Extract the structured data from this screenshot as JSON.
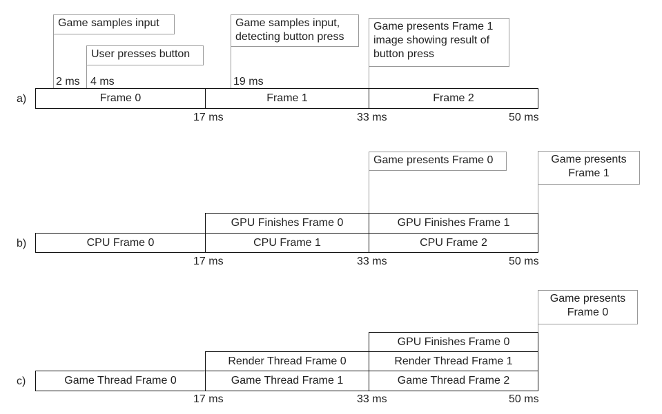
{
  "panel_a": {
    "row_label": "a)",
    "frames": [
      "Frame 0",
      "Frame 1",
      "Frame 2"
    ],
    "ticks": [
      "17 ms",
      "33 ms",
      "50 ms"
    ],
    "callouts": {
      "samples_input": "Game samples input",
      "user_presses": "User presses button",
      "samples_detect": "Game samples input, detecting button press",
      "presents_frame1": "Game presents Frame 1 image showing result of button press"
    },
    "times": {
      "t2": "2 ms",
      "t4": "4 ms",
      "t19": "19 ms"
    }
  },
  "panel_b": {
    "row_label": "b)",
    "cpu": [
      "CPU Frame 0",
      "CPU Frame 1",
      "CPU Frame 2"
    ],
    "gpu": [
      "GPU Finishes Frame 0",
      "GPU Finishes Frame 1"
    ],
    "ticks": [
      "17 ms",
      "33 ms",
      "50 ms"
    ],
    "callouts": {
      "presents_frame0": "Game presents Frame 0",
      "presents_frame1": "Game presents Frame 1"
    }
  },
  "panel_c": {
    "row_label": "c)",
    "game_thread": [
      "Game Thread Frame 0",
      "Game Thread Frame 1",
      "Game Thread Frame 2"
    ],
    "render_thread": [
      "Render Thread Frame 0",
      "Render Thread Frame 1"
    ],
    "gpu": [
      "GPU Finishes Frame 0"
    ],
    "ticks": [
      "17 ms",
      "33 ms",
      "50 ms"
    ],
    "callouts": {
      "presents_frame0": "Game presents Frame 0"
    }
  }
}
